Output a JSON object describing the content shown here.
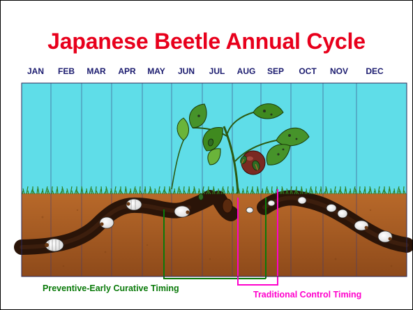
{
  "title": "Japanese Beetle Annual Cycle",
  "months": [
    "JAN",
    "FEB",
    "MAR",
    "APR",
    "MAY",
    "JUN",
    "JUL",
    "AUG",
    "SEP",
    "OCT",
    "NOV",
    "DEC"
  ],
  "timing_labels": {
    "preventive": "Preventive-Early Curative Timing",
    "traditional": "Traditional Control Timing"
  },
  "colors": {
    "title": "#e8001c",
    "months": "#1a1a6e",
    "sky": "#5fdde8",
    "soil": "#a85a22",
    "grass": "#2e7d1e",
    "preventive": "#0a7a0a",
    "traditional": "#ff00cc"
  },
  "icons": [
    "beetle-icon",
    "grub-icon",
    "plant-icon"
  ]
}
